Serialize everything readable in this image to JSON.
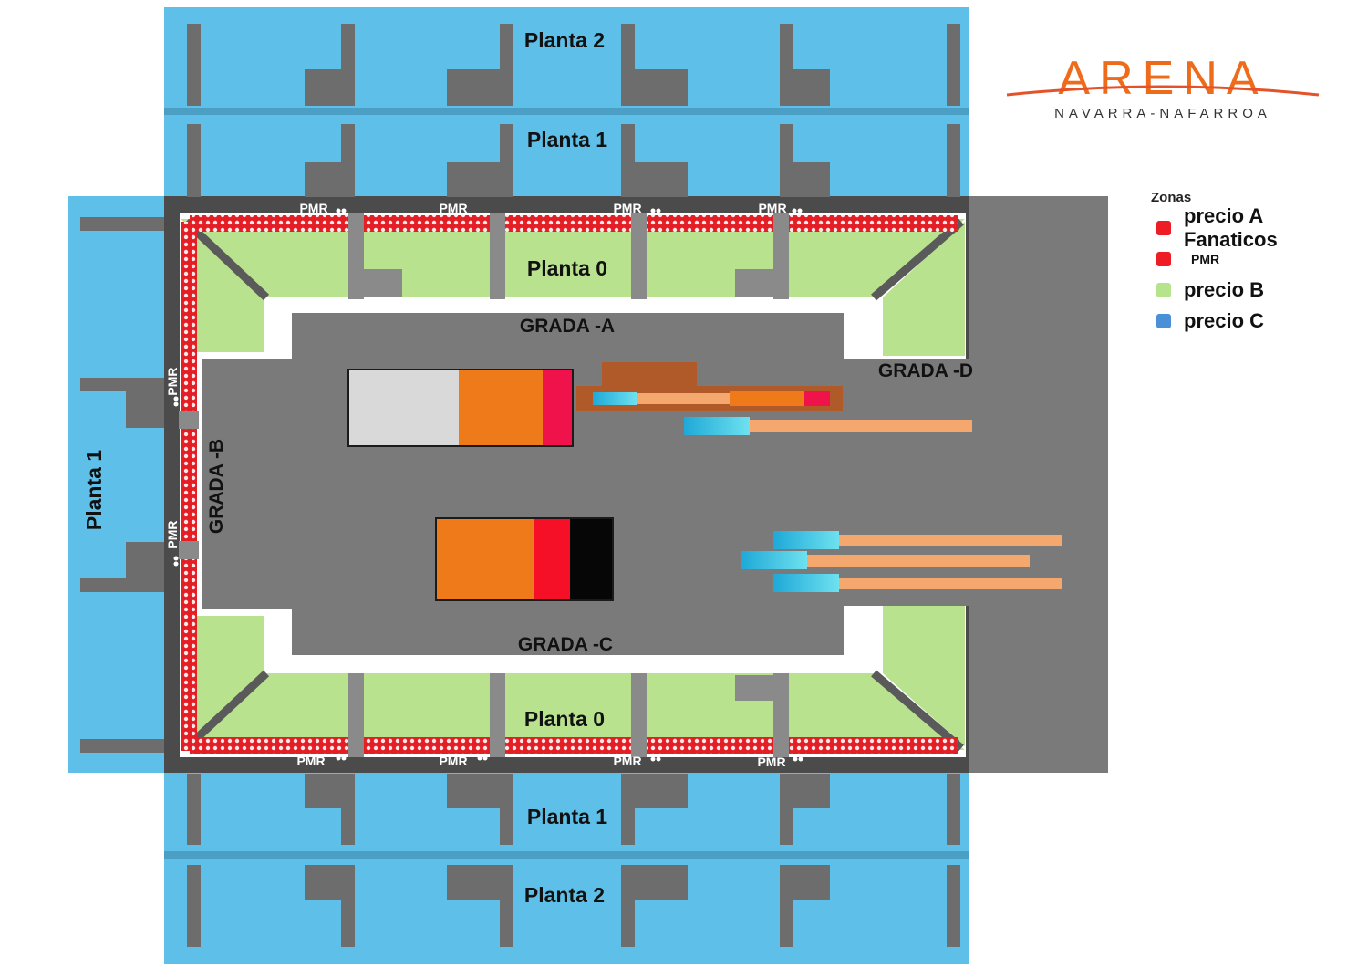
{
  "logo": {
    "name": "ARENA",
    "subtitle": "NAVARRA-NAFARROA"
  },
  "levels": {
    "top_plant2": "Planta 2",
    "top_plant1": "Planta 1",
    "top_plant0": "Planta 0",
    "bottom_plant0": "Planta 0",
    "bottom_plant1": "Planta 1",
    "bottom_plant2": "Planta 2",
    "left_plant1": "Planta 1"
  },
  "stands": {
    "grada_a": "GRADA -A",
    "grada_b": "GRADA -B",
    "grada_c": "GRADA -C",
    "grada_d": "GRADA -D"
  },
  "pmr_label": "PMR",
  "legend": {
    "title": "Zonas",
    "items": [
      {
        "label": "precio A Fanaticos",
        "color": "#ee1c25"
      },
      {
        "label": "PMR",
        "color": "#ee1c25"
      },
      {
        "label": "precio B",
        "color": "#b5e48c"
      },
      {
        "label": "precio C",
        "color": "#4a90d9"
      }
    ]
  },
  "colors": {
    "plant_blue": "#5ec0e8",
    "plant0_green": "#b9e28f",
    "floor_gray": "#7a7a7a",
    "frame_dark": "#4b4b4b",
    "fan_red": "#e41e25",
    "stage_orange": "#ef7a1a"
  }
}
